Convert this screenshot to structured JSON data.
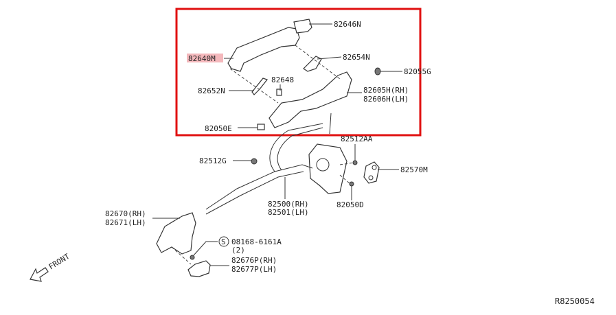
{
  "diagram": {
    "highlight_color": "#f4b8bc",
    "frame_color": "#e01010",
    "labels": {
      "p82646N": "82646N",
      "p82640M": "82640M",
      "p82654N": "82654N",
      "p82055G": "82055G",
      "p82648": "82648",
      "p82652N": "82652N",
      "p82605H": "82605H(RH)",
      "p82606H": "82606H(LH)",
      "p82050E": "82050E",
      "p82512AA": "82512AA",
      "p82512G": "82512G",
      "p82570M": "82570M",
      "p82500": "82500(RH)",
      "p82501": "82501(LH)",
      "p82050D": "82050D",
      "p82670": "82670(RH)",
      "p82671": "82671(LH)",
      "screw_symbol": "S",
      "p08168": "08168-6161A",
      "qty": "(2)",
      "p82676P": "82676P(RH)",
      "p82677P": "82677P(LH)",
      "front": "FRONT",
      "diagram_code": "R8250054"
    }
  }
}
